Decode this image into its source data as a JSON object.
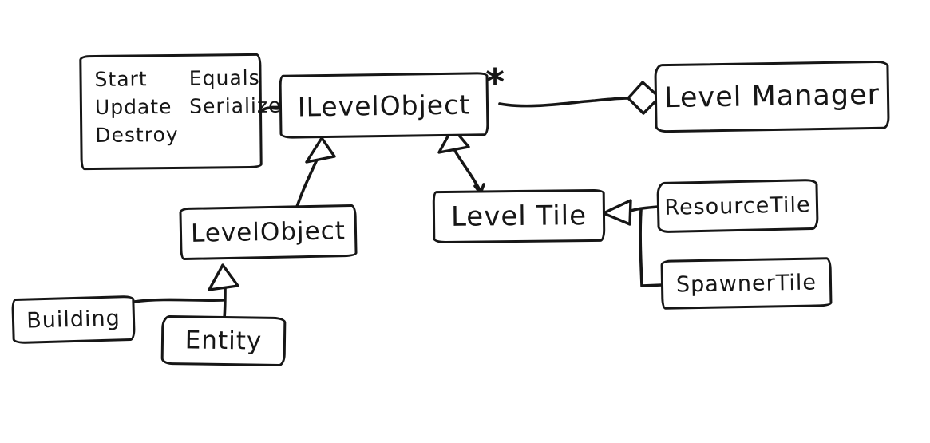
{
  "methods_box": {
    "col1": [
      "Start",
      "Update",
      "Destroy"
    ],
    "col2": [
      "Equals",
      "Serialize"
    ]
  },
  "classes": {
    "ilevelobject": "ILevelObject",
    "levelmanager": "Level Manager",
    "levelobject": "LevelObject",
    "leveltile": "Level Tile",
    "resourcetile": "ResourceTile",
    "spawnertile": "SpawnerTile",
    "building": "Building",
    "entity": "Entity"
  },
  "annotations": {
    "multiplicity": "*"
  },
  "icons": {
    "aggregation": "hollow-diamond-icon",
    "inheritance": "hollow-triangle-icon"
  },
  "colors": {
    "ink": "#161616",
    "background": "#ffffff"
  }
}
